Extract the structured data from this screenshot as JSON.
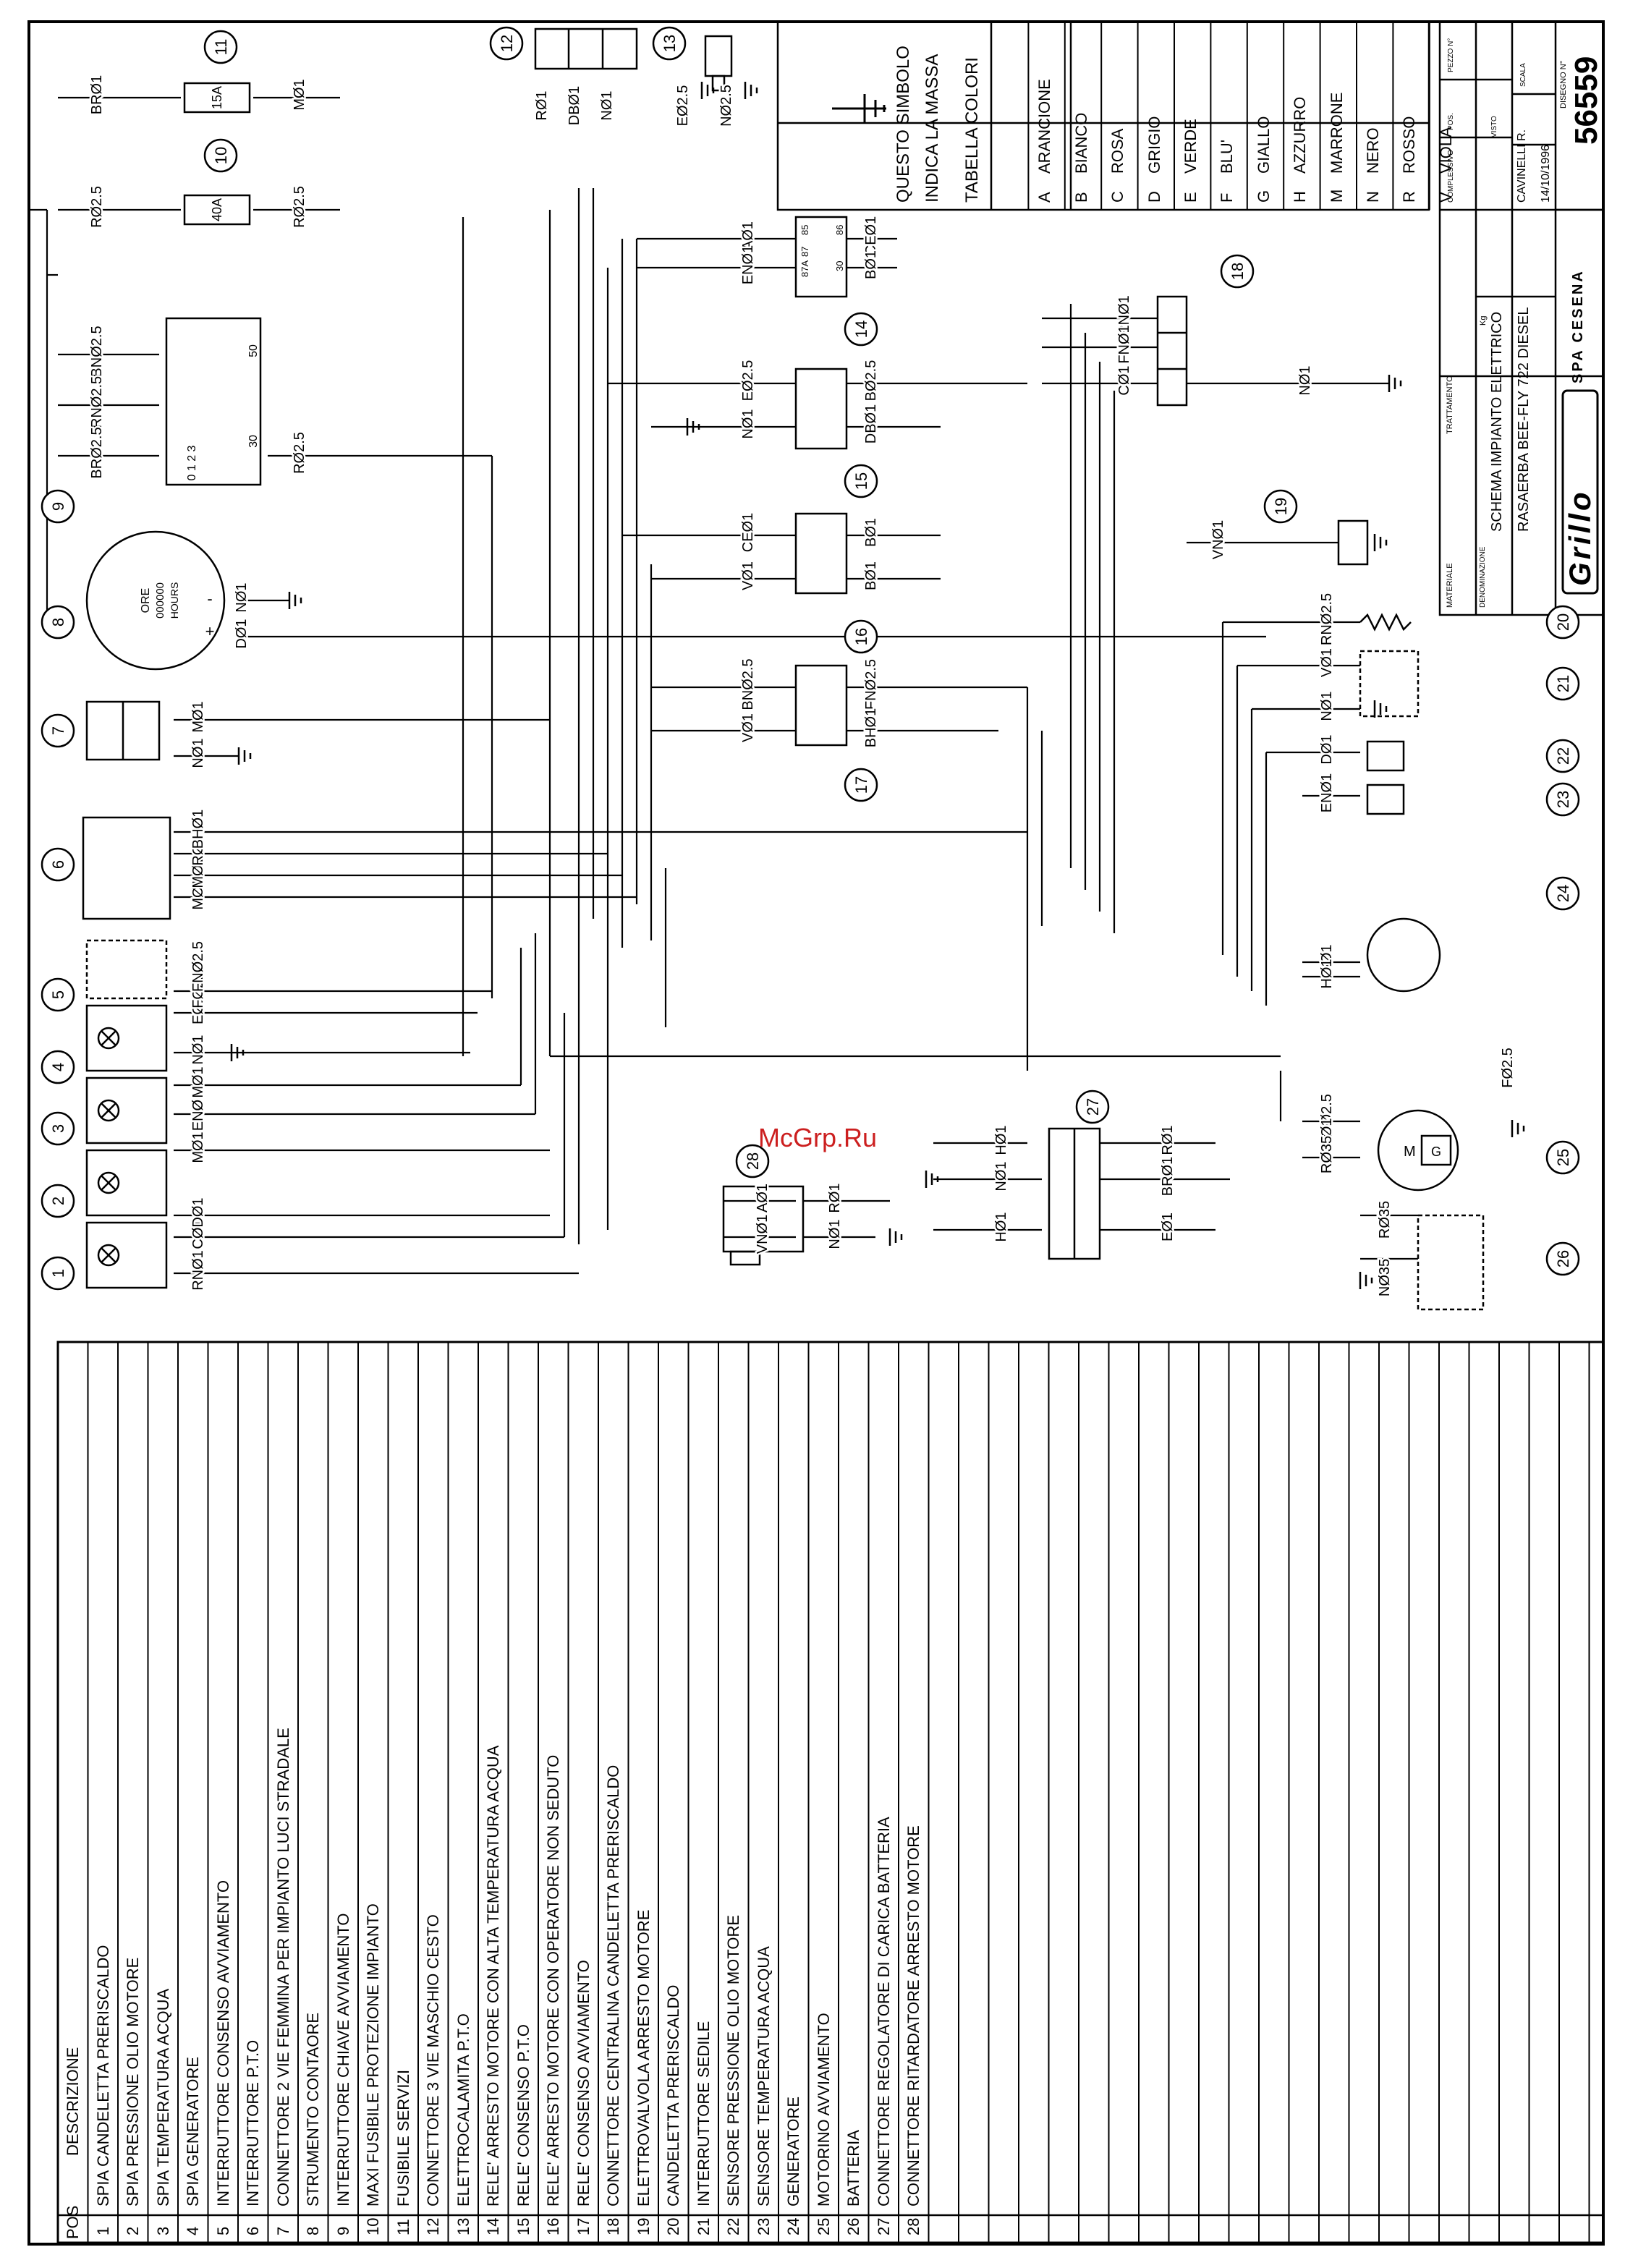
{
  "watermark": "McGrp.Ru",
  "legend": {
    "header_pos": "POS",
    "header_desc": "DESCRIZIONE",
    "rows": [
      {
        "pos": "1",
        "desc": "SPIA CANDELETTA PRERISCALDO"
      },
      {
        "pos": "2",
        "desc": "SPIA PRESSIONE OLIO MOTORE"
      },
      {
        "pos": "3",
        "desc": "SPIA TEMPERATURA ACQUA"
      },
      {
        "pos": "4",
        "desc": "SPIA GENERATORE"
      },
      {
        "pos": "5",
        "desc": "INTERRUTTORE CONSENSO AVVIAMENTO"
      },
      {
        "pos": "6",
        "desc": "INTERRUTTORE P.T.O"
      },
      {
        "pos": "7",
        "desc": "CONNETTORE 2 VIE FEMMINA PER IMPIANTO LUCI STRADALE"
      },
      {
        "pos": "8",
        "desc": "STRUMENTO CONTAORE"
      },
      {
        "pos": "9",
        "desc": "INTERRUTTORE CHIAVE AVVIAMENTO"
      },
      {
        "pos": "10",
        "desc": "MAXI FUSIBILE PROTEZIONE IMPIANTO"
      },
      {
        "pos": "11",
        "desc": "FUSIBILE SERVIZI"
      },
      {
        "pos": "12",
        "desc": "CONNETTORE 3 VIE MASCHIO CESTO"
      },
      {
        "pos": "13",
        "desc": "ELETTROCALAMITA P.T.O"
      },
      {
        "pos": "14",
        "desc": "RELE' ARRESTO MOTORE CON ALTA TEMPERATURA ACQUA"
      },
      {
        "pos": "15",
        "desc": "RELE' CONSENSO P.T.O"
      },
      {
        "pos": "16",
        "desc": "RELE' ARRESTO MOTORE CON OPERATORE NON SEDUTO"
      },
      {
        "pos": "17",
        "desc": "RELE' CONSENSO AVVIAMENTO"
      },
      {
        "pos": "18",
        "desc": "CONNETTORE CENTRALINA CANDELETTA PRERISCALDO"
      },
      {
        "pos": "19",
        "desc": "ELETTROVALVOLA ARRESTO MOTORE"
      },
      {
        "pos": "20",
        "desc": "CANDELETTA PRERISCALDO"
      },
      {
        "pos": "21",
        "desc": "INTERRUTTORE SEDILE"
      },
      {
        "pos": "22",
        "desc": "SENSORE PRESSIONE OLIO MOTORE"
      },
      {
        "pos": "23",
        "desc": "SENSORE TEMPERATURA ACQUA"
      },
      {
        "pos": "24",
        "desc": "GENERATORE"
      },
      {
        "pos": "25",
        "desc": "MOTORINO AVVIAMENTO"
      },
      {
        "pos": "26",
        "desc": "BATTERIA"
      },
      {
        "pos": "27",
        "desc": "CONNETTORE REGOLATORE DI CARICA BATTERIA"
      },
      {
        "pos": "28",
        "desc": "CONNETTORE RITARDATORE ARRESTO MOTORE"
      }
    ]
  },
  "ground_note": {
    "line1": "QUESTO SIMBOLO",
    "line2": "INDICA LA MASSA"
  },
  "color_table": {
    "title": "TABELLA COLORI",
    "rows": [
      {
        "code": "A",
        "name": "ARANCIONE"
      },
      {
        "code": "B",
        "name": "BIANCO"
      },
      {
        "code": "C",
        "name": "ROSA"
      },
      {
        "code": "D",
        "name": "GRIGIO"
      },
      {
        "code": "E",
        "name": "VERDE"
      },
      {
        "code": "F",
        "name": "BLU'"
      },
      {
        "code": "G",
        "name": "GIALLO"
      },
      {
        "code": "H",
        "name": "AZZURRO"
      },
      {
        "code": "M",
        "name": "MARRONE"
      },
      {
        "code": "N",
        "name": "NERO"
      },
      {
        "code": "R",
        "name": "ROSSO"
      },
      {
        "code": "V",
        "name": "VIOLA"
      }
    ]
  },
  "title_block": {
    "materiale": "MATERIALE",
    "trattamento": "TRATTAMENTO",
    "denominazione": "DENOMINAZIONE",
    "title_line1": "SCHEMA IMPIANTO ELETTRICO",
    "title_line2": "RASAERBA BEE-FLY 722 DIESEL",
    "kg": "Kg",
    "disegnatore": "CAVINELLI R.",
    "data": "14/10/1996",
    "scala": "SCALA",
    "visto": "VISTO",
    "complessivo": "COMPLESSIVO",
    "pos": "POS.",
    "pezzo": "PEZZO N°",
    "disegno_label": "DISEGNO N°",
    "drawing_number": "56559",
    "logo": "Grillo",
    "company": "SPA CESENA"
  },
  "components": {
    "c1": "1",
    "c2": "2",
    "c3": "3",
    "c4": "4",
    "c5": "5",
    "c6": "6",
    "c7": "7",
    "c8": "8",
    "c9": "9",
    "c10": "10",
    "c11": "11",
    "c12": "12",
    "c13": "13",
    "c14": "14",
    "c15": "15",
    "c16": "16",
    "c17": "17",
    "c18": "18",
    "c19": "19",
    "c20": "20",
    "c21": "21",
    "c22": "22",
    "c23": "23",
    "c24": "24",
    "c25": "25",
    "c26": "26",
    "c27": "27",
    "c28": "28"
  },
  "fuse_ratings": {
    "f10": "40A",
    "f11": "15A"
  },
  "hour_meter": {
    "label": "ORE",
    "counter": "000000",
    "unit": "HOURS",
    "plus": "+",
    "minus": "-"
  },
  "key_switch": {
    "positions": "0 1 2 3",
    "t30": "30",
    "t50": "50"
  },
  "relay_pins": {
    "p85": "85",
    "p86": "86",
    "p87": "87",
    "p87a": "87A",
    "p30": "30"
  },
  "wires": {
    "BR01": "BRØ1",
    "M01": "MØ1",
    "R02_5": "RØ2.5",
    "BN02_5": "BNØ2.5",
    "RN02_5": "RNØ2.5",
    "BR02_5": "BRØ2.5",
    "R01": "RØ1",
    "DB01": "DBØ1",
    "N01": "NØ1",
    "E02_5": "EØ2.5",
    "N02_5": "NØ2.5",
    "CE01": "CEØ1",
    "A01": "AØ1",
    "EN01": "ENØ1",
    "B01": "BØ1",
    "B02_5": "BØ2.5",
    "V01": "VØ1",
    "FN02_5": "FNØ2.5",
    "BH01": "BHØ1",
    "D01": "DØ1",
    "RN01": "RNØ1",
    "FN01": "FNØ1",
    "C01": "CØ1",
    "VN01": "VNØ1",
    "H01": "HØ1",
    "E01": "EØ1",
    "F02_5": "FØ2.5",
    "R035": "RØ35",
    "N035": "NØ35",
    "G": "G",
    "M": "M",
    "I01": "IØ1"
  }
}
